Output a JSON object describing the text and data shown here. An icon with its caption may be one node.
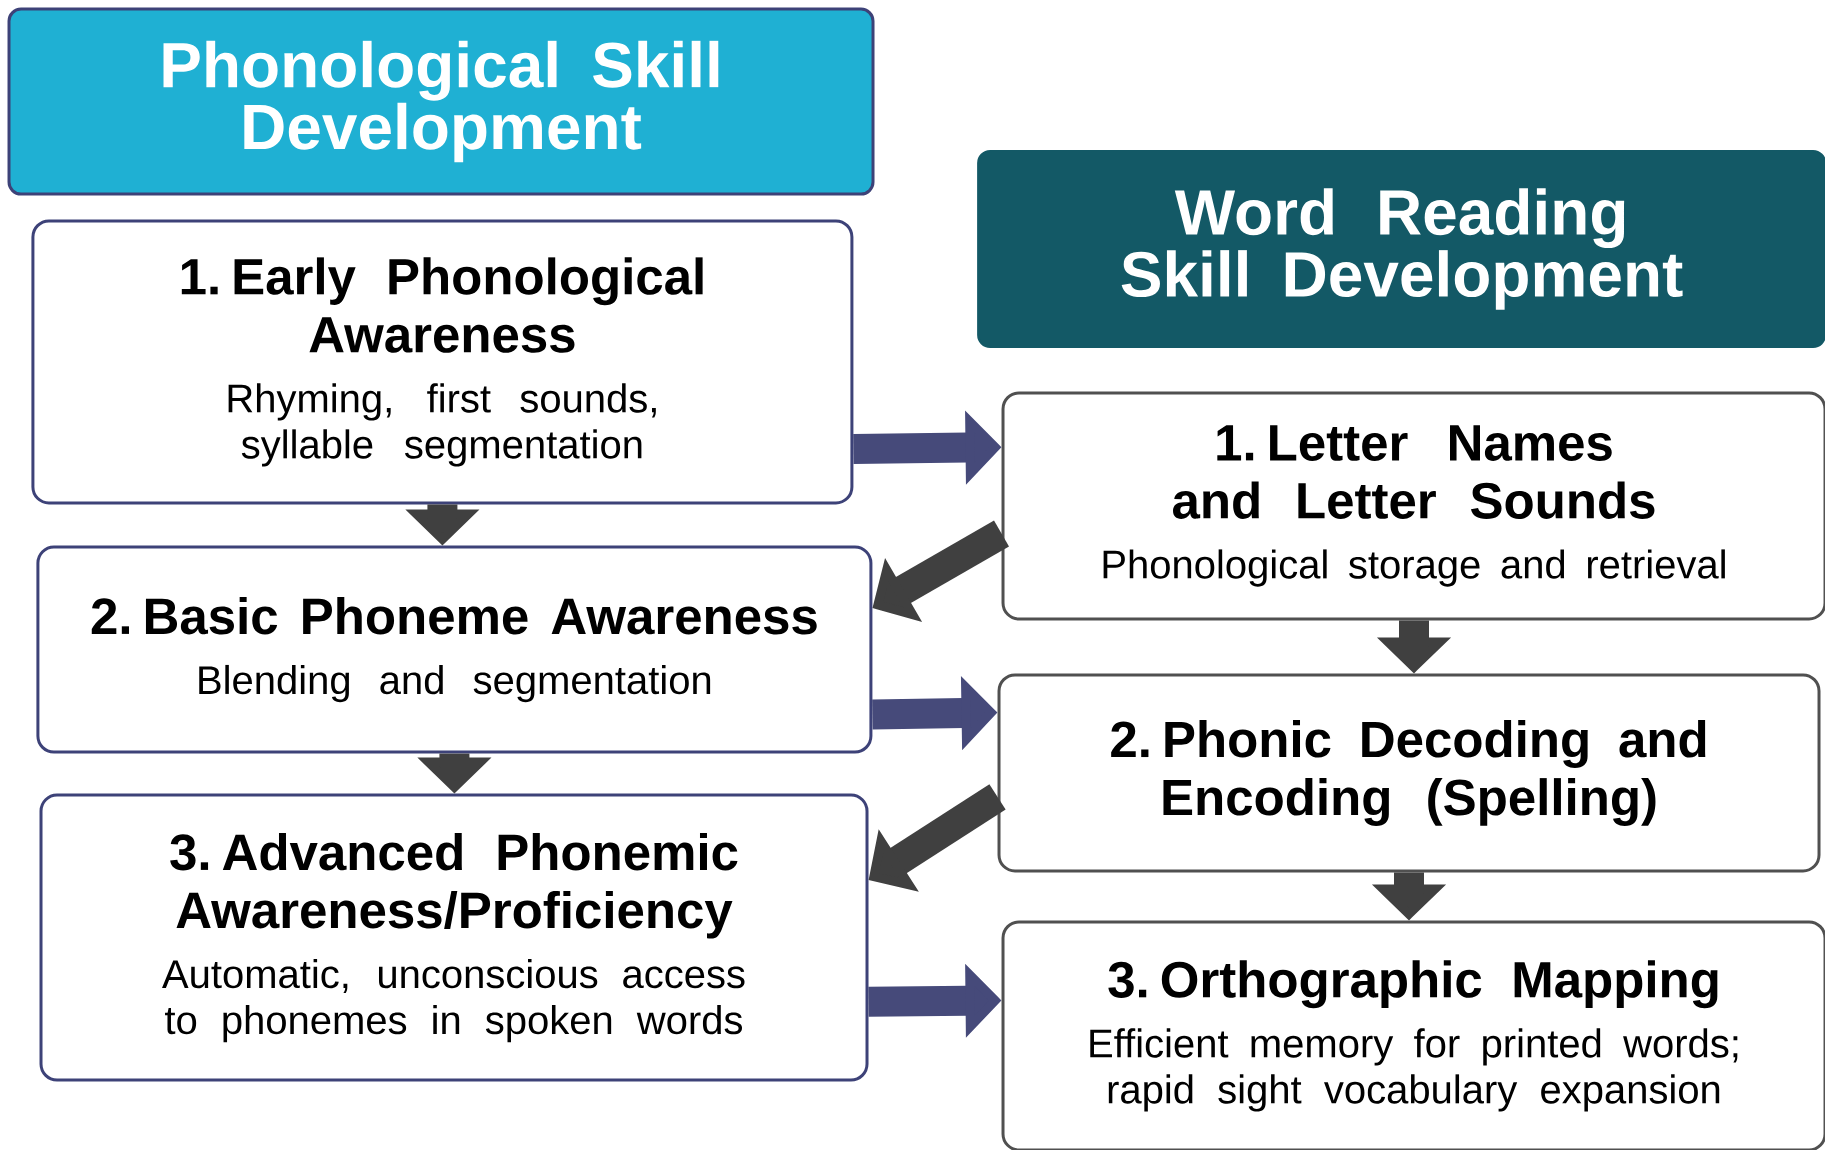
{
  "diagram": {
    "nodes": [
      {
        "text": [
          "Phonological Skill Development"
        ]
      },
      {
        "text": [
          "Word Reading Skill Development"
        ]
      },
      {
        "text": [
          "1. Early Phonological Awareness",
          "Rhyming, first sounds, syllable segmentation"
        ]
      },
      {
        "text": [
          "2. Basic Phoneme Awareness",
          "Blending and segmentation"
        ]
      },
      {
        "text": [
          "3. Advanced Phonemic Awareness/Proficiency",
          "Automatic, unconscious access to phonemes in spoken words"
        ]
      },
      {
        "text": [
          "1. Letter Names and Letter Sounds",
          "Phonological storage and retrieval"
        ]
      },
      {
        "text": [
          "2. Phonic Decoding and Encoding (Spelling)"
        ]
      },
      {
        "text": [
          "3. Orthographic Mapping",
          "Efficient memory for printed words; rapid sight vocabulary expansion"
        ]
      }
    ],
    "edges": [
      {
        "from": 2,
        "to": 3,
        "arrow": "to"
      },
      {
        "from": 3,
        "to": 4,
        "arrow": "to"
      },
      {
        "from": 2,
        "to": 5,
        "arrow": "to",
        "color": "#464a7a"
      },
      {
        "from": 5,
        "to": 3,
        "arrow": "to"
      },
      {
        "from": 3,
        "to": 6,
        "arrow": "to",
        "color": "#464a7a"
      },
      {
        "from": 6,
        "to": 4,
        "arrow": "to"
      },
      {
        "from": 4,
        "to": 7,
        "arrow": "to",
        "color": "#464a7a"
      },
      {
        "from": 5,
        "to": 6,
        "arrow": "to"
      },
      {
        "from": 6,
        "to": 7,
        "arrow": "to"
      }
    ]
  }
}
